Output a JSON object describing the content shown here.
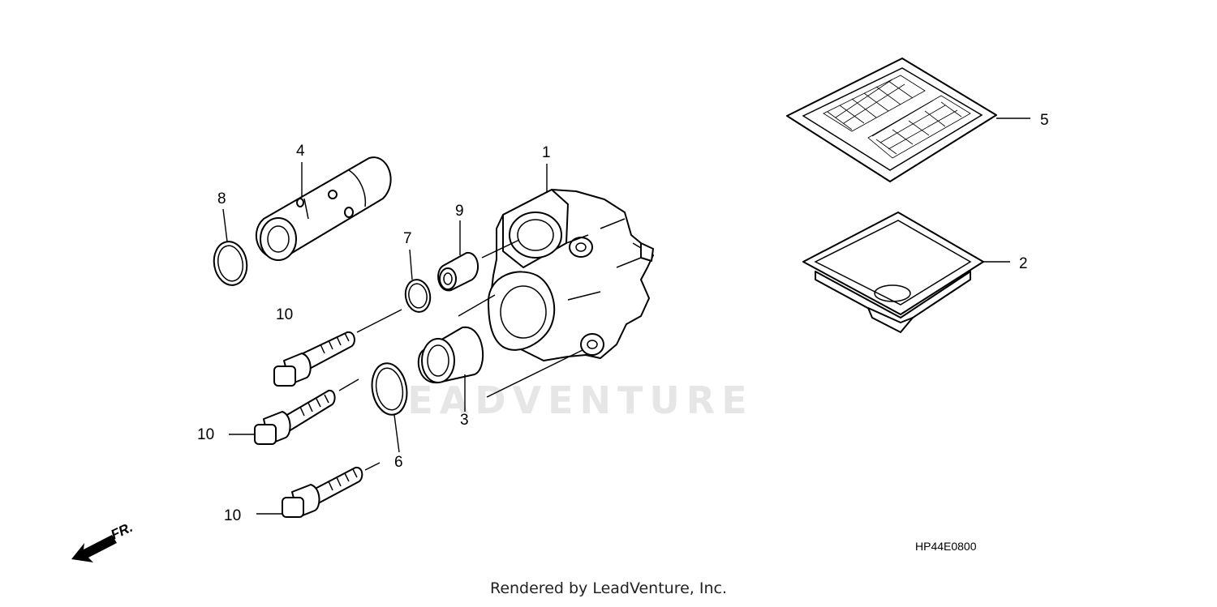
{
  "diagram": {
    "diagram_code": "HP44E0800",
    "watermark": "LEADVENTURE",
    "front_indicator": "FR.",
    "footer": "Rendered by LeadVenture, Inc.",
    "callouts": [
      "1",
      "2",
      "3",
      "4",
      "5",
      "6",
      "7",
      "8",
      "9",
      "10",
      "10",
      "10"
    ]
  }
}
